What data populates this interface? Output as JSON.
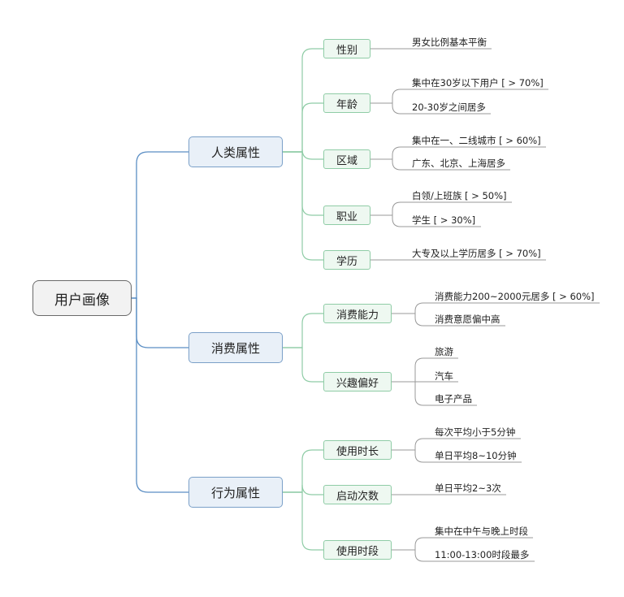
{
  "root": {
    "label": "用户画像"
  },
  "branches": [
    {
      "label": "人类属性",
      "children": [
        {
          "label": "性别",
          "leaves": [
            "男女比例基本平衡"
          ]
        },
        {
          "label": "年龄",
          "leaves": [
            "集中在30岁以下用户 [ > 70%]",
            "20-30岁之间居多"
          ]
        },
        {
          "label": "区域",
          "leaves": [
            "集中在一、二线城市 [ > 60%]",
            "广东、北京、上海居多"
          ]
        },
        {
          "label": "职业",
          "leaves": [
            "白领/上班族 [ > 50%]",
            "学生 [ > 30%]"
          ]
        },
        {
          "label": "学历",
          "leaves": [
            "大专及以上学历居多 [ > 70%]"
          ]
        }
      ]
    },
    {
      "label": "消费属性",
      "children": [
        {
          "label": "消费能力",
          "leaves": [
            "消费能力200~2000元居多 [ > 60%]",
            "消费意愿偏中高"
          ]
        },
        {
          "label": "兴趣偏好",
          "leaves": [
            "旅游",
            "汽车",
            "电子产品"
          ]
        }
      ]
    },
    {
      "label": "行为属性",
      "children": [
        {
          "label": "使用时长",
          "leaves": [
            "每次平均小于5分钟",
            "单日平均8~10分钟"
          ]
        },
        {
          "label": "启动次数",
          "leaves": [
            "单日平均2~3次"
          ]
        },
        {
          "label": "使用时段",
          "leaves": [
            "集中在中午与晚上时段",
            "11:00-13:00时段最多"
          ]
        }
      ]
    }
  ],
  "colors": {
    "branch_line": "#5b8ec4",
    "child_line": "#8fcca6",
    "leaf_line": "#999999"
  }
}
